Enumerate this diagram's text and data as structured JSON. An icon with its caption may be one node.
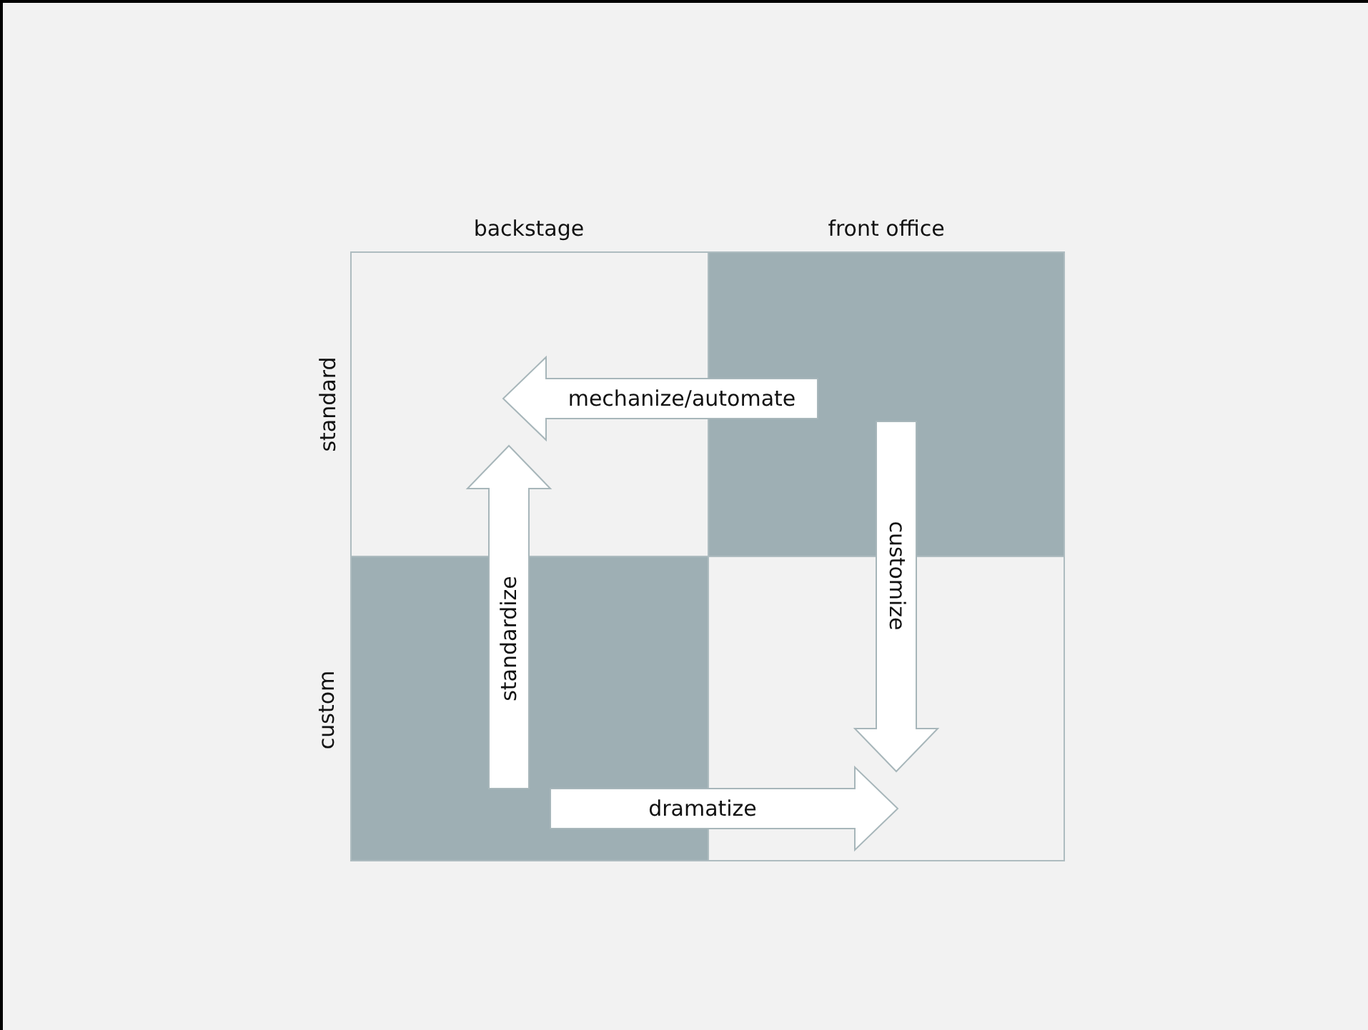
{
  "diagram": {
    "nodes": [
      {
        "text": [],
        "shape": "box"
      },
      {
        "text": [],
        "shape": "box"
      },
      {
        "text": [],
        "shape": "box"
      },
      {
        "text": [],
        "shape": "box"
      }
    ],
    "edges": [
      {
        "from": 1,
        "to": 0,
        "arrow": "to",
        "label": "mechanize/automate"
      },
      {
        "from": 1,
        "to": 3,
        "arrow": "to",
        "label": "customize"
      },
      {
        "from": 2,
        "to": 0,
        "arrow": "to",
        "label": "standardize"
      },
      {
        "from": 2,
        "to": 3,
        "arrow": "to",
        "label": "dramatize"
      }
    ],
    "labels": [
      "backstage",
      "front office",
      "standard",
      "custom"
    ]
  }
}
